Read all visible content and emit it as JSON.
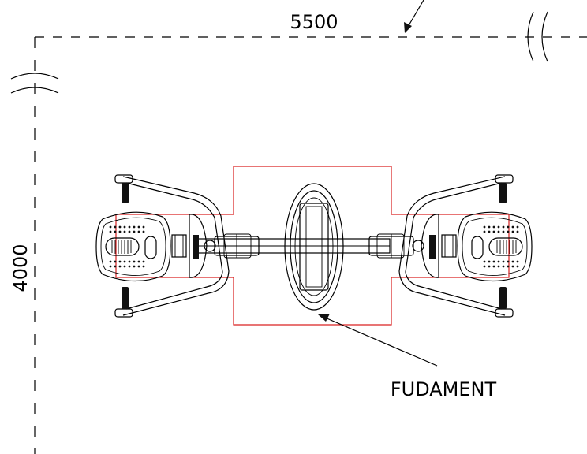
{
  "dimensions": {
    "width_label": "5500",
    "depth_label": "4000"
  },
  "annotation": {
    "label": "FUDAMENT"
  },
  "colors": {
    "foundation_outline": "#d92020",
    "line": "#000000",
    "background": "#ffffff"
  }
}
